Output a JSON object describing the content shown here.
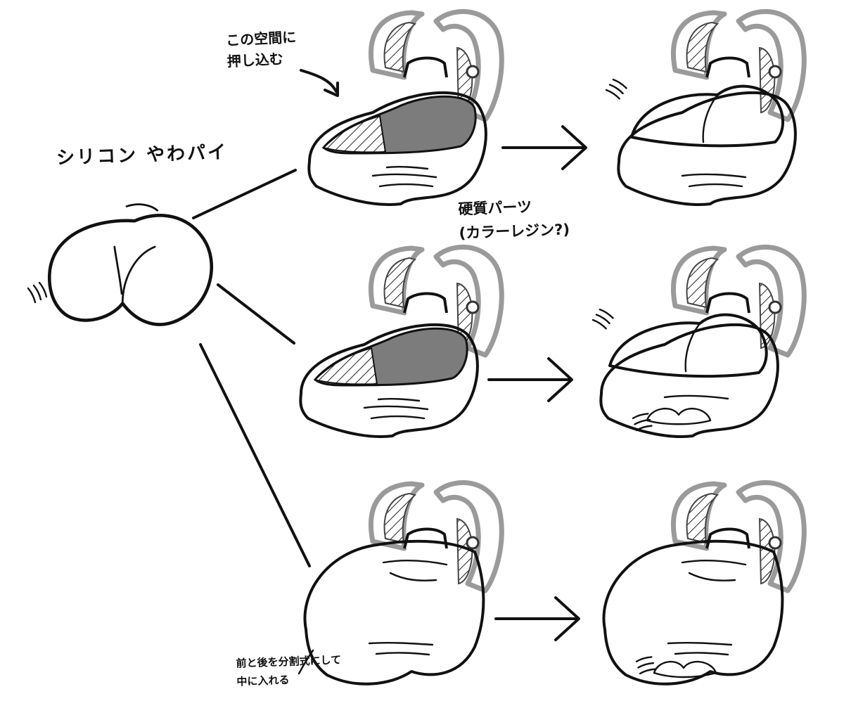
{
  "labels": {
    "push_in_line1": "この空間に",
    "push_in_line2": "押し込む",
    "silicone_soft": "シリコン やわパイ",
    "hard_part_line1": "硬質パーツ",
    "hard_part_line2": "(カラーレジン?)",
    "split_line1": "前と後を分割式にして",
    "split_line2": "中に入れる"
  },
  "colors": {
    "skin": "#f9d6b0",
    "skin_shadow": "#e8b88e",
    "cavity": "#7c7c7c",
    "strap_gray": "#9a9a9a",
    "ink": "#111111"
  }
}
